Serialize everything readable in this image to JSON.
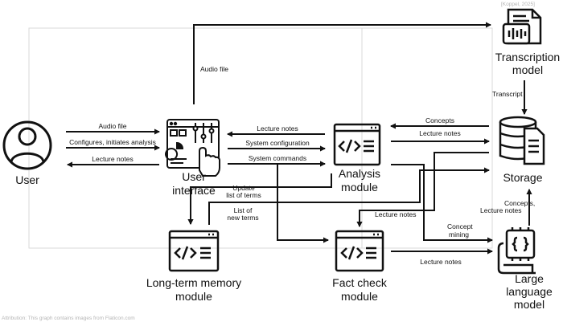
{
  "citation": "[Koppel, 2025]",
  "attribution": "Attribution: This graph contains images from Flaticon.com",
  "nodes": {
    "user": {
      "label": "User",
      "icon": "user-circle-icon"
    },
    "user_interface": {
      "label_line1": "User",
      "label_line2": "interface",
      "icon": "dashboard-tap-icon"
    },
    "analysis": {
      "label_line1": "Analysis",
      "label_line2": "module",
      "icon": "code-window-icon"
    },
    "long_term_memory": {
      "label_line1": "Long-term memory",
      "label_line2": "module",
      "icon": "code-window-icon"
    },
    "fact_check": {
      "label_line1": "Fact check",
      "label_line2": "module",
      "icon": "code-window-icon"
    },
    "transcription": {
      "label_line1": "Transcription",
      "label_line2": "model",
      "icon": "transcript-document-icon"
    },
    "storage": {
      "label": "Storage",
      "icon": "database-document-icon"
    },
    "llm": {
      "label_line1": "Large",
      "label_line2": "language",
      "label_line3": "model",
      "icon": "ai-chip-book-icon"
    }
  },
  "edges": {
    "audio_file_user": "Audio file",
    "configures": "Configures, initiates analysis",
    "lecture_notes_to_user": "Lecture notes",
    "audio_file_ui": "Audio file",
    "lecture_notes_to_ui": "Lecture notes",
    "system_configuration": "System configuration",
    "system_commands": "System commands",
    "concepts": "Concepts",
    "lecture_notes_to_storage": "Lecture notes",
    "transcript": "Transcript",
    "concepts_lecture_notes_line1": "Concepts,",
    "concepts_lecture_notes_line2": "Lecture notes",
    "update_terms_line1": "Update",
    "update_terms_line2": "list of terms",
    "new_terms_line1": "List of",
    "new_terms_line2": "new terms",
    "lecture_notes_to_fact_check": "Lecture notes",
    "concept_mining_line1": "Concept",
    "concept_mining_line2": "mining",
    "lecture_notes_to_llm": "Lecture notes"
  },
  "colors": {
    "line": "#111111",
    "frame": "#d9d9d9",
    "faint_text": "#b5b5b5"
  }
}
